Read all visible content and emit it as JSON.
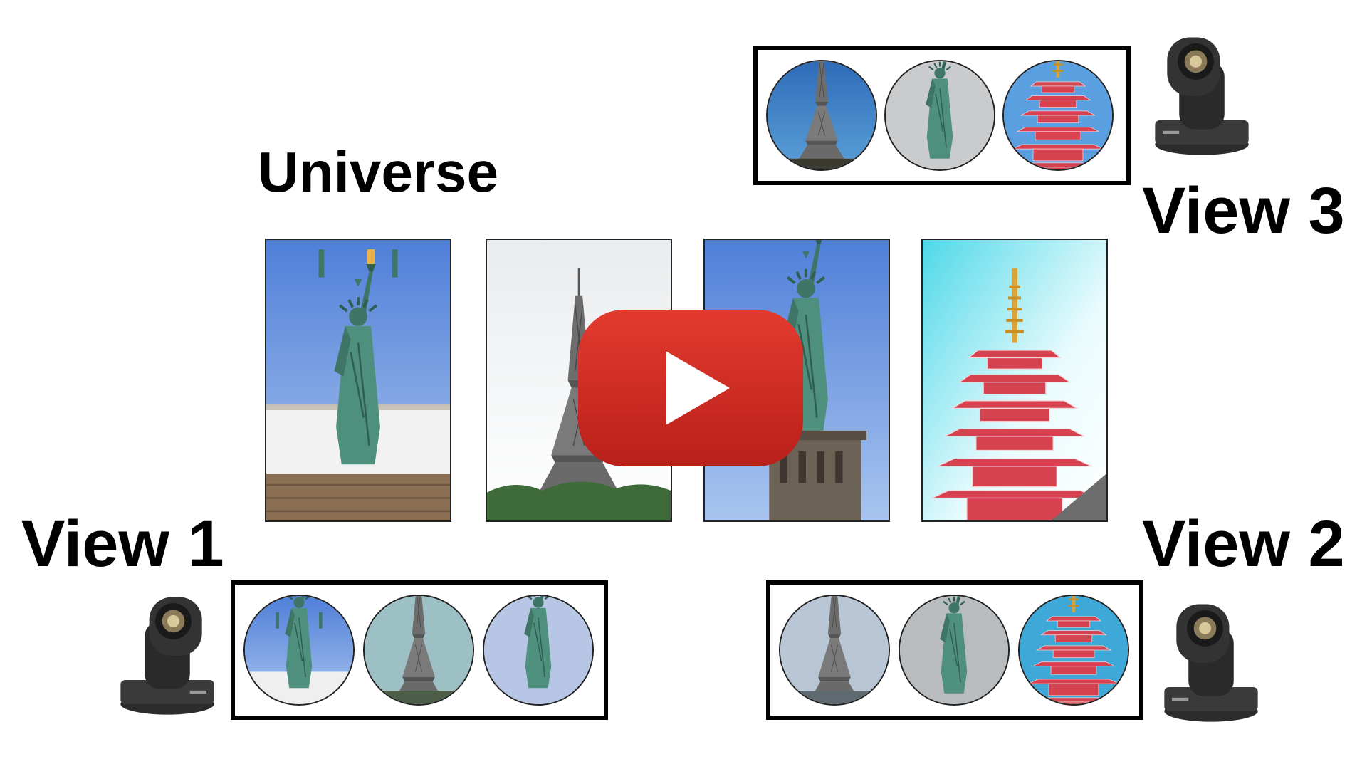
{
  "labels": {
    "universe": "Universe",
    "view1": "View 1",
    "view2": "View 2",
    "view3": "View 3"
  },
  "icons": {
    "play": "play-icon",
    "camera": "camera-icon"
  },
  "colors": {
    "play_red": "#e52d27",
    "pagoda_red": "#d6424f",
    "statue_green": "#4f8f7d",
    "sky_blue": "#5a86d6"
  },
  "universe_images": [
    "statue-of-liberty-replica",
    "eiffel-tower",
    "statue-of-liberty",
    "red-pagoda"
  ],
  "views": {
    "view1": [
      "statue-of-liberty-replica",
      "eiffel-tower",
      "statue-of-liberty"
    ],
    "view2": [
      "eiffel-tower",
      "statue-of-liberty",
      "red-pagoda"
    ],
    "view3": [
      "eiffel-tower",
      "statue-of-liberty",
      "red-pagoda"
    ]
  }
}
